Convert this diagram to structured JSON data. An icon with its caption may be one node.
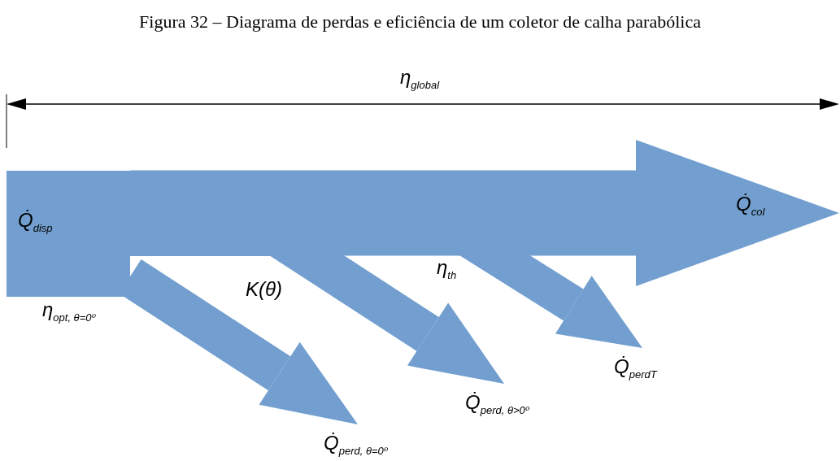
{
  "diagram": {
    "title": "Figura 32 – Diagrama de perdas e eficiência de um coletor de calha parabólica",
    "nodes": [
      {
        "text": [
          "Q̇$_{disp}$"
        ]
      },
      {
        "text": [
          "Q̇$_{col}$"
        ]
      },
      {
        "text": [
          "Q̇$_{perd, θ=0º}$"
        ]
      },
      {
        "text": [
          "Q̇$_{perd, θ>0º}$"
        ]
      },
      {
        "text": [
          "Q̇$_{perdT}$"
        ]
      }
    ],
    "edges": [
      {
        "from": 0,
        "to": 1,
        "arrow": "to",
        "style": "thick"
      },
      {
        "from": 0,
        "to": 2,
        "arrow": "to",
        "label": "η$_{opt, θ=0º}$"
      },
      {
        "from": 0,
        "to": 3,
        "arrow": "to",
        "label": "K(θ)"
      },
      {
        "from": 0,
        "to": 4,
        "arrow": "to",
        "label": "η$_{th}$"
      }
    ],
    "labels": [
      "η$_{global}$"
    ]
  }
}
